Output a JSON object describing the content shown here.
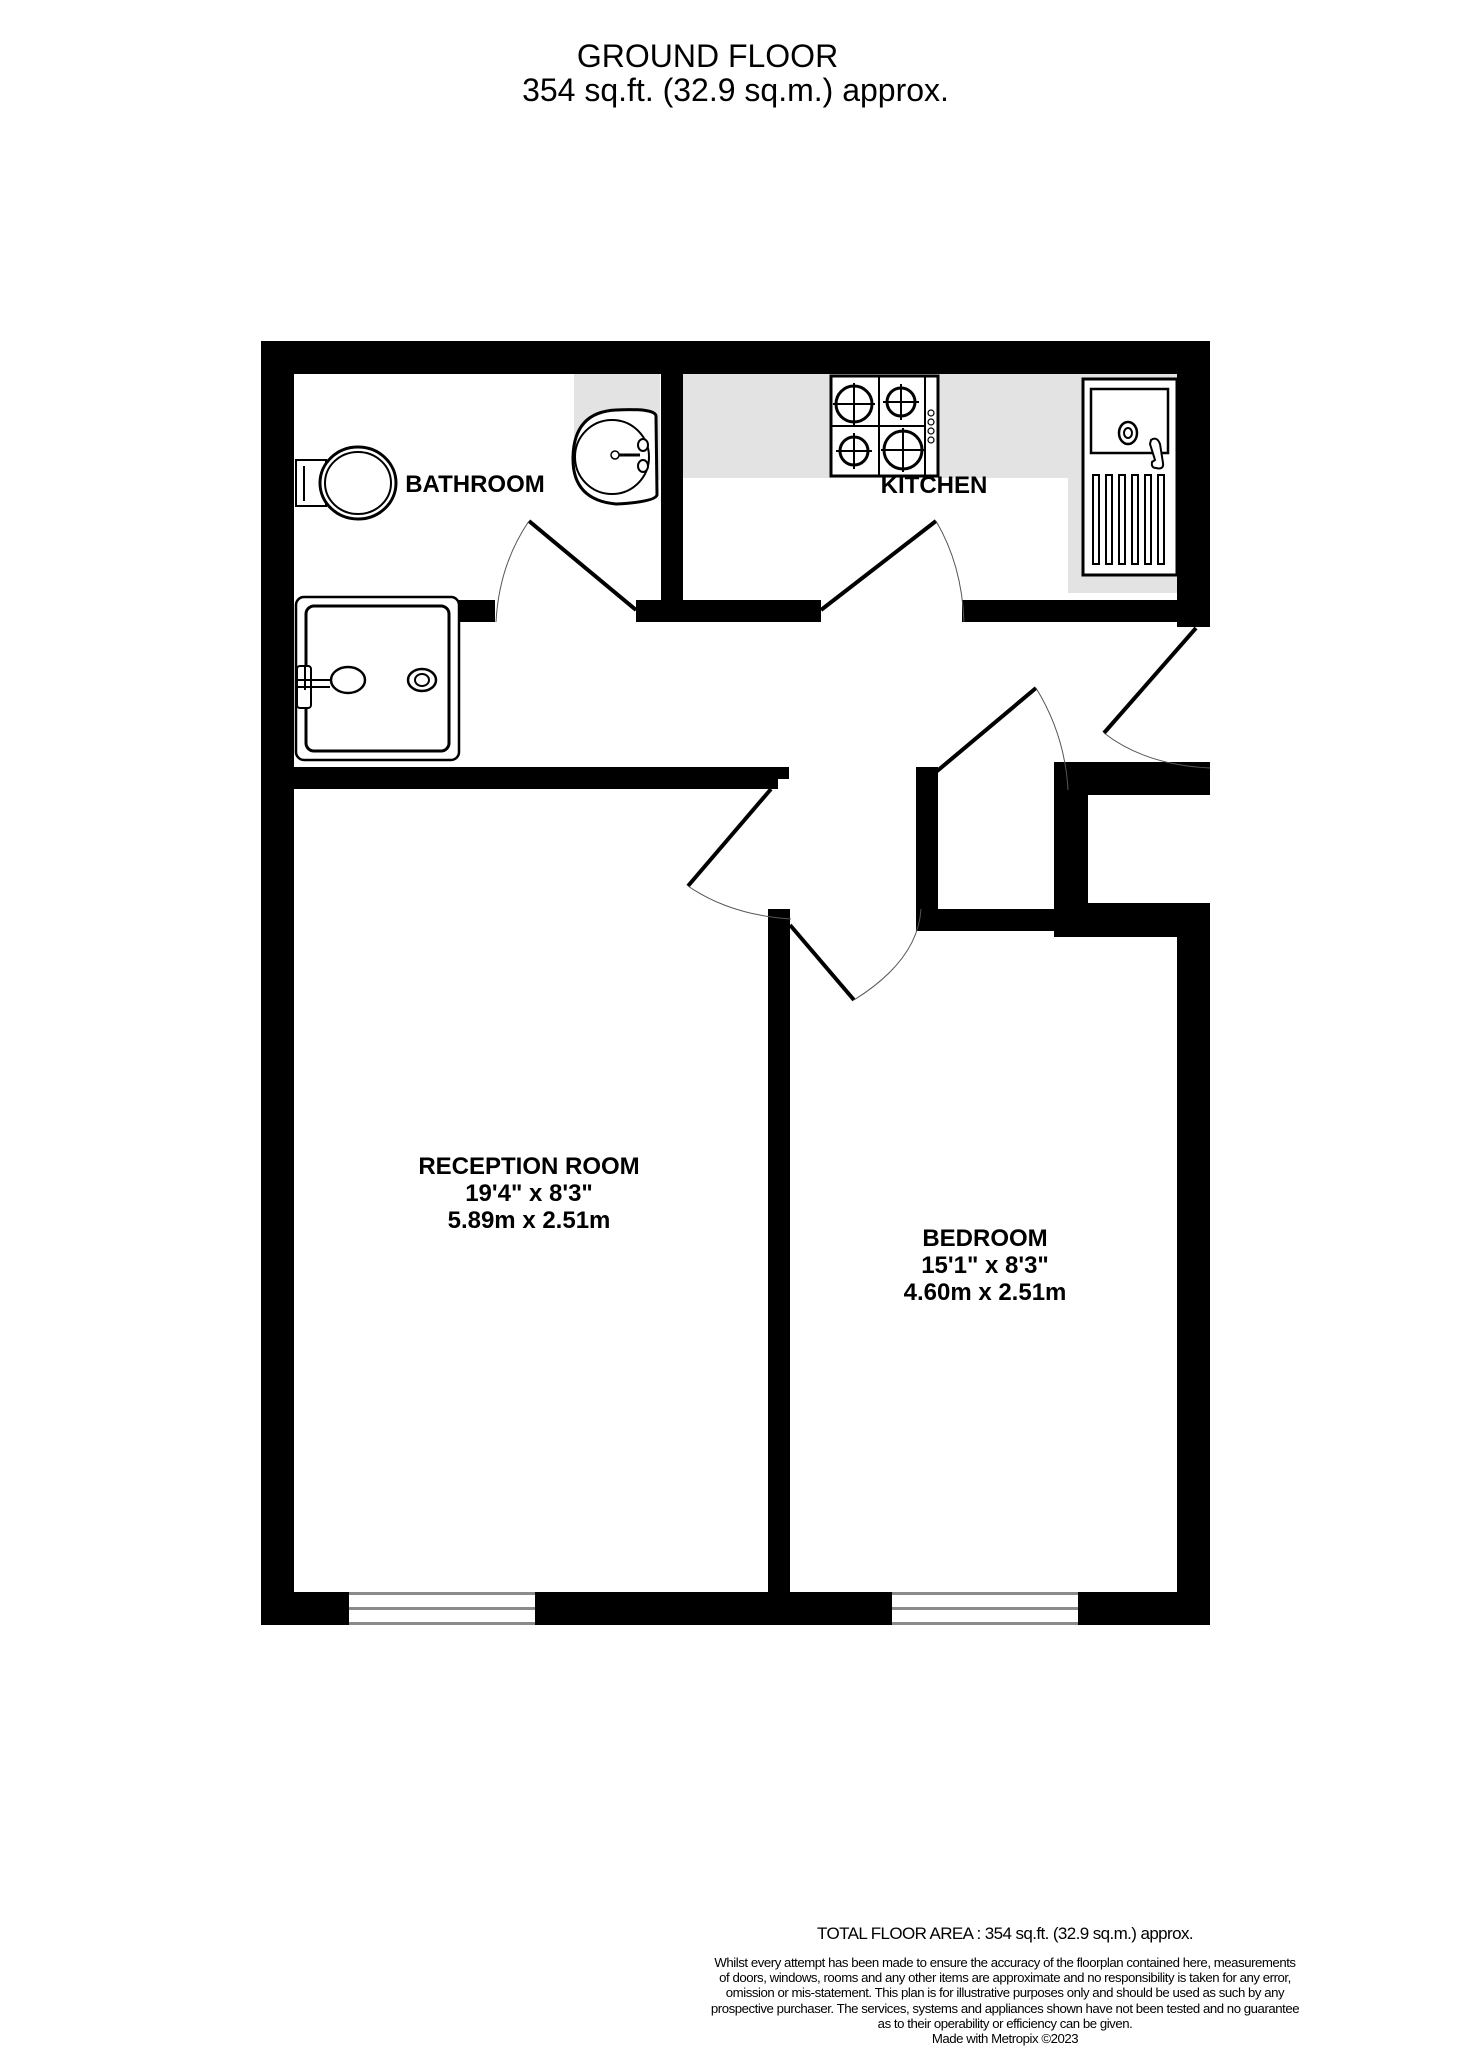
{
  "header": {
    "floor_title": "GROUND FLOOR",
    "floor_area": "354 sq.ft. (32.9 sq.m.) approx."
  },
  "rooms": {
    "bathroom": {
      "name": "BATHROOM"
    },
    "kitchen": {
      "name": "KITCHEN"
    },
    "reception": {
      "name": "RECEPTION ROOM",
      "imperial": "19'4\"  x 8'3\"",
      "metric": "5.89m  x 2.51m"
    },
    "bedroom": {
      "name": "BEDROOM",
      "imperial": "15'1\"  x 8'3\"",
      "metric": "4.60m  x 2.51m"
    }
  },
  "fixtures": [
    "toilet-icon",
    "basin-icon",
    "shower-tray-icon",
    "hob-icon",
    "kitchen-sink-icon",
    "door-swing-icon",
    "window-icon"
  ],
  "colors": {
    "wall": "#000000",
    "counter": "#e3e3e3",
    "window": "#8a8a8a",
    "background": "#ffffff"
  },
  "footer": {
    "total_area": "TOTAL FLOOR AREA : 354 sq.ft. (32.9 sq.m.) approx.",
    "disclaimer_lines": [
      "Whilst every attempt has been made to ensure the accuracy of the floorplan contained here, measurements",
      "of doors, windows, rooms and any other items are approximate and no responsibility is taken for any error,",
      "omission or mis-statement. This plan is for illustrative purposes only and should be used as such by any",
      "prospective purchaser. The services, systems and appliances shown have not been tested and no guarantee",
      "as to their operability or efficiency can be given."
    ],
    "credit": "Made with Metropix ©2023"
  }
}
